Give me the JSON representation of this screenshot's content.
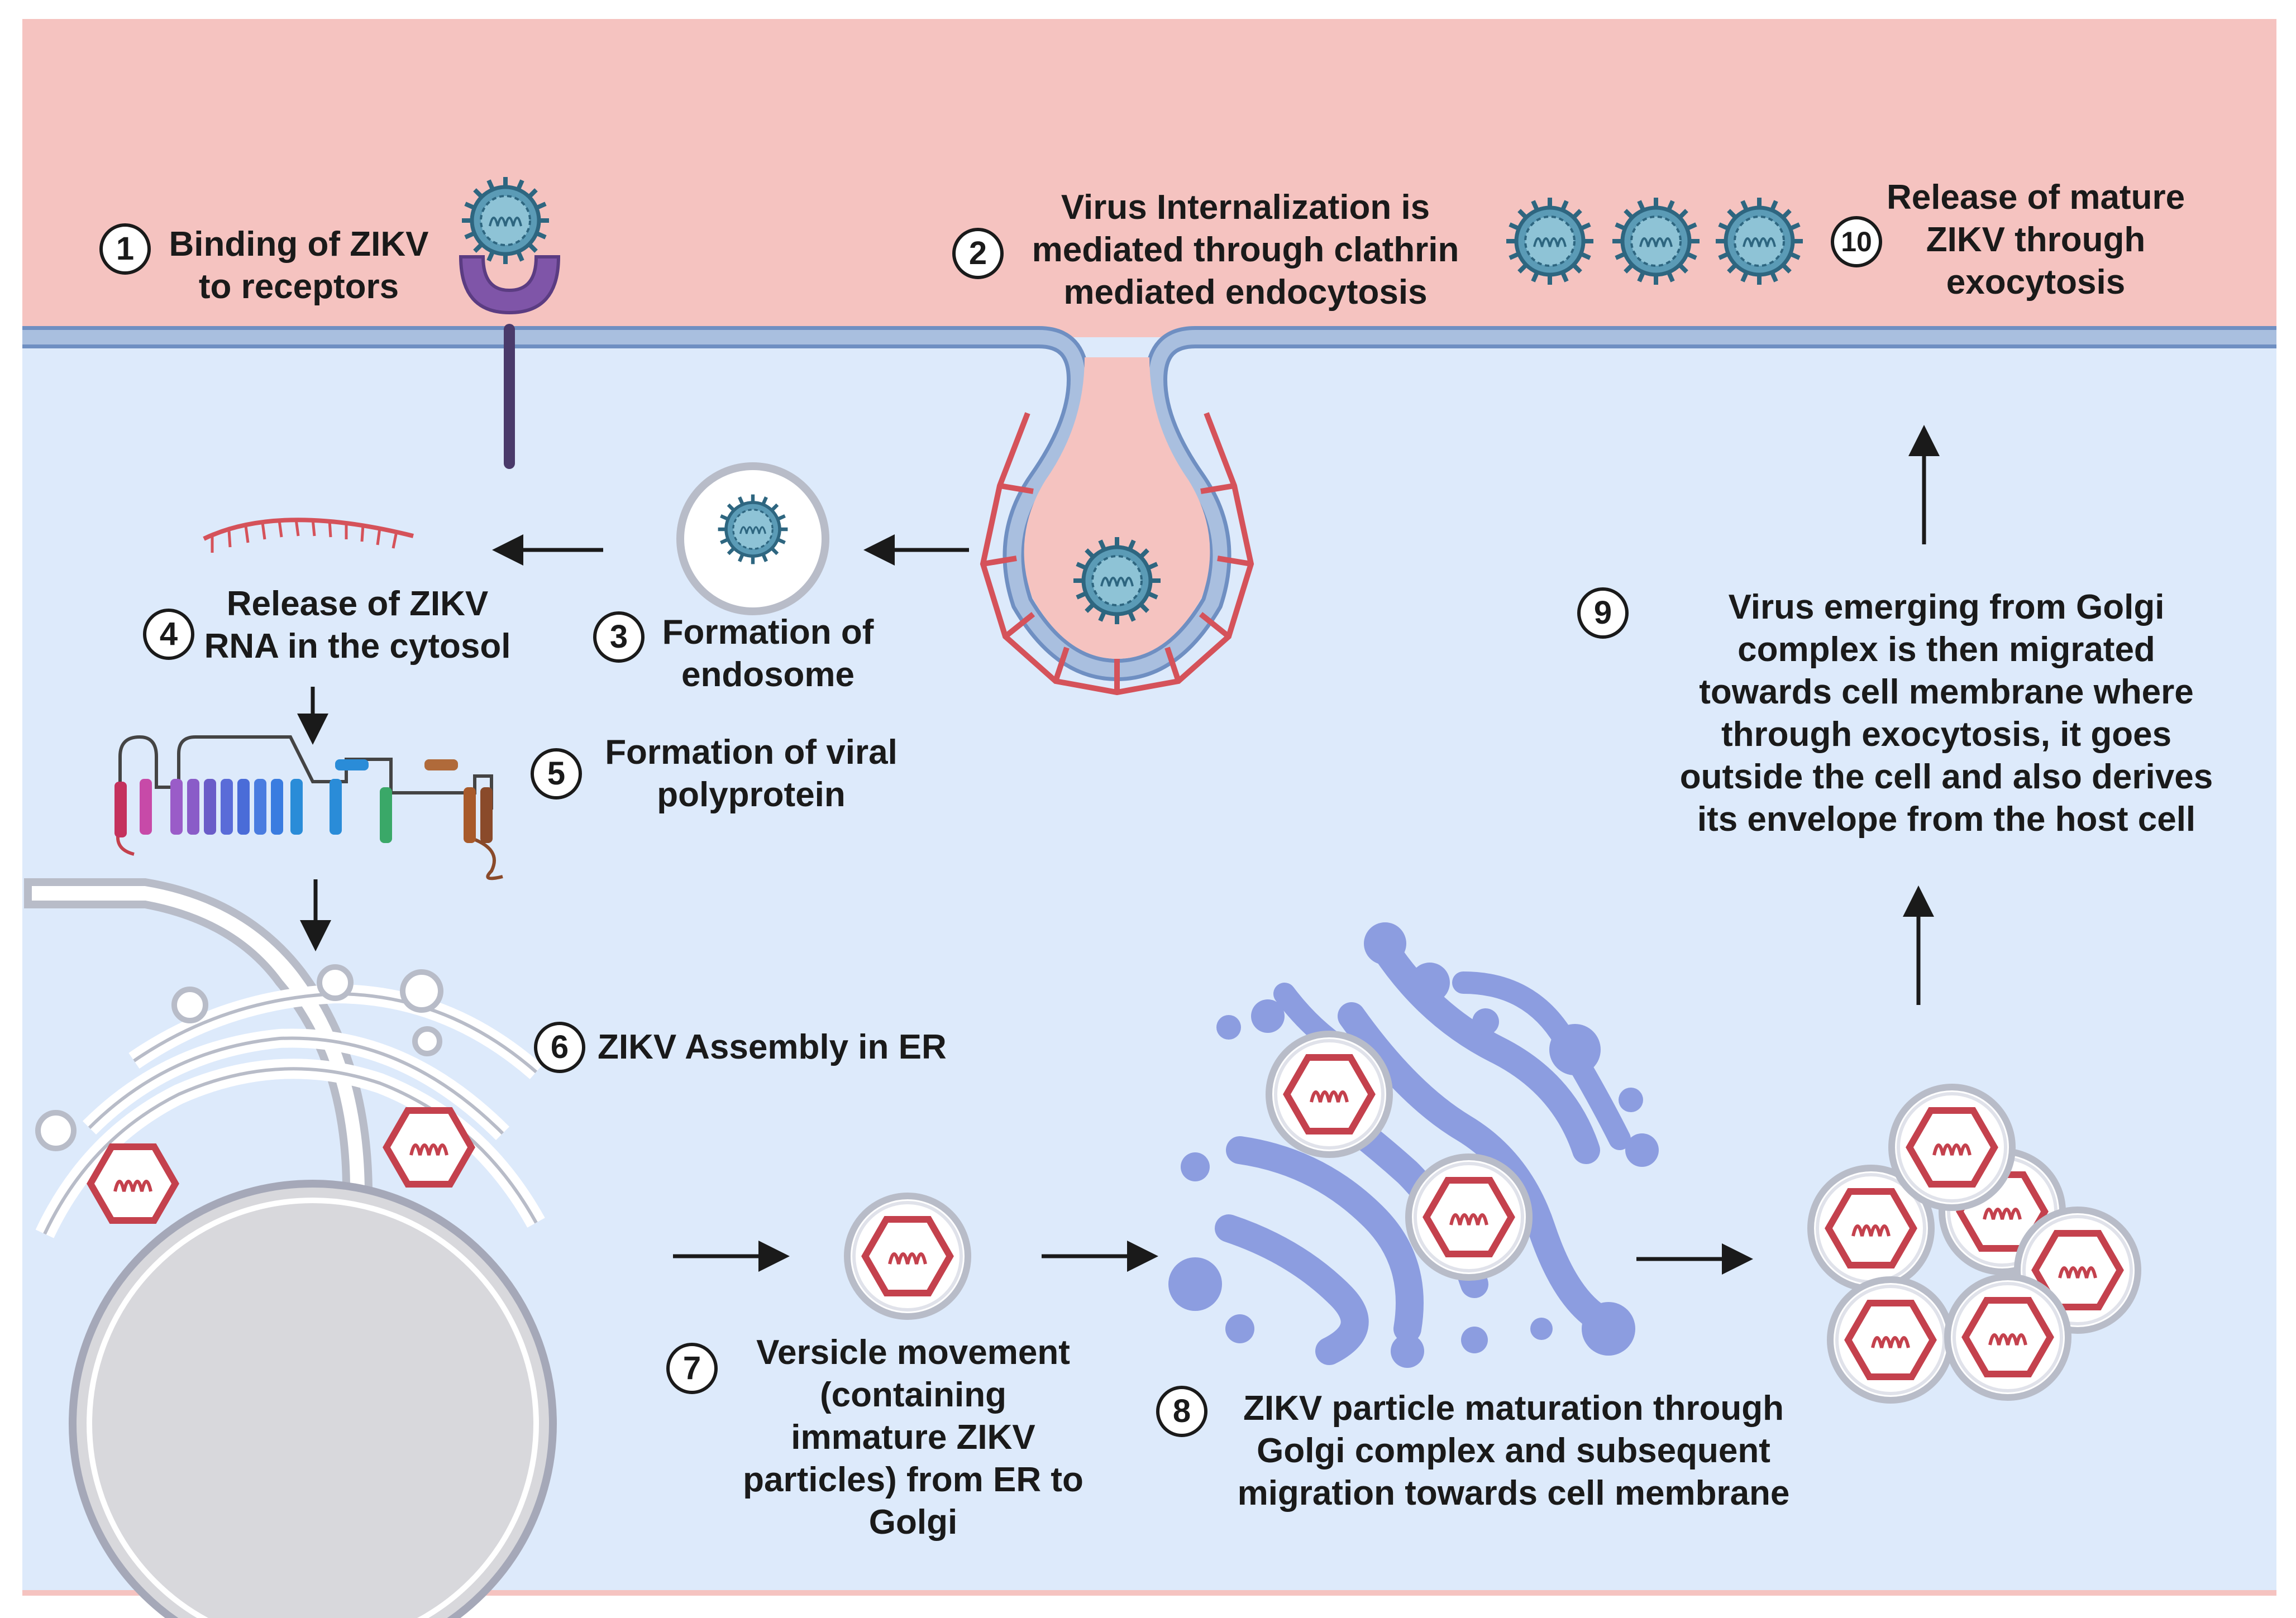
{
  "colors": {
    "extracellular": "#f5c3c0",
    "cytoplasm": "#ddeafb",
    "membrane": "#a9bfdf",
    "membrane_edge": "#6f8fc2",
    "clathrin": "#d5525a",
    "receptor": "#7f55a8",
    "virus_body": "#5b9bb6",
    "virus_dark": "#2e6680",
    "golgi": "#8c9de0",
    "er": "#ffffff",
    "nucleus": "#d8d8dc",
    "immature_hex": "#c4414d"
  },
  "steps": [
    {
      "num": "1",
      "lines": [
        "Binding of ZIKV",
        "to receptors"
      ]
    },
    {
      "num": "2",
      "lines": [
        "Virus Internalization is",
        "mediated through clathrin",
        "mediated endocytosis"
      ]
    },
    {
      "num": "3",
      "lines": [
        "Formation of",
        "endosome"
      ]
    },
    {
      "num": "4",
      "lines": [
        "Release of ZIKV",
        "RNA in the cytosol"
      ]
    },
    {
      "num": "5",
      "lines": [
        "Formation of viral",
        "polyprotein"
      ]
    },
    {
      "num": "6",
      "lines": [
        "ZIKV Assembly in ER"
      ]
    },
    {
      "num": "7",
      "lines": [
        "Versicle movement",
        "(containing",
        "immature ZIKV",
        "particles) from ER to",
        "Golgi"
      ]
    },
    {
      "num": "8",
      "lines": [
        "ZIKV particle maturation through",
        "Golgi complex and subsequent",
        "migration towards cell membrane"
      ]
    },
    {
      "num": "9",
      "lines": [
        "Virus emerging from Golgi",
        "complex is then migrated",
        "towards cell membrane where",
        "through exocytosis, it goes",
        "outside the cell and also derives",
        "its envelope from the host cell"
      ]
    },
    {
      "num": "10",
      "lines": [
        "Release of mature",
        "ZIKV through",
        "exocytosis"
      ]
    }
  ]
}
